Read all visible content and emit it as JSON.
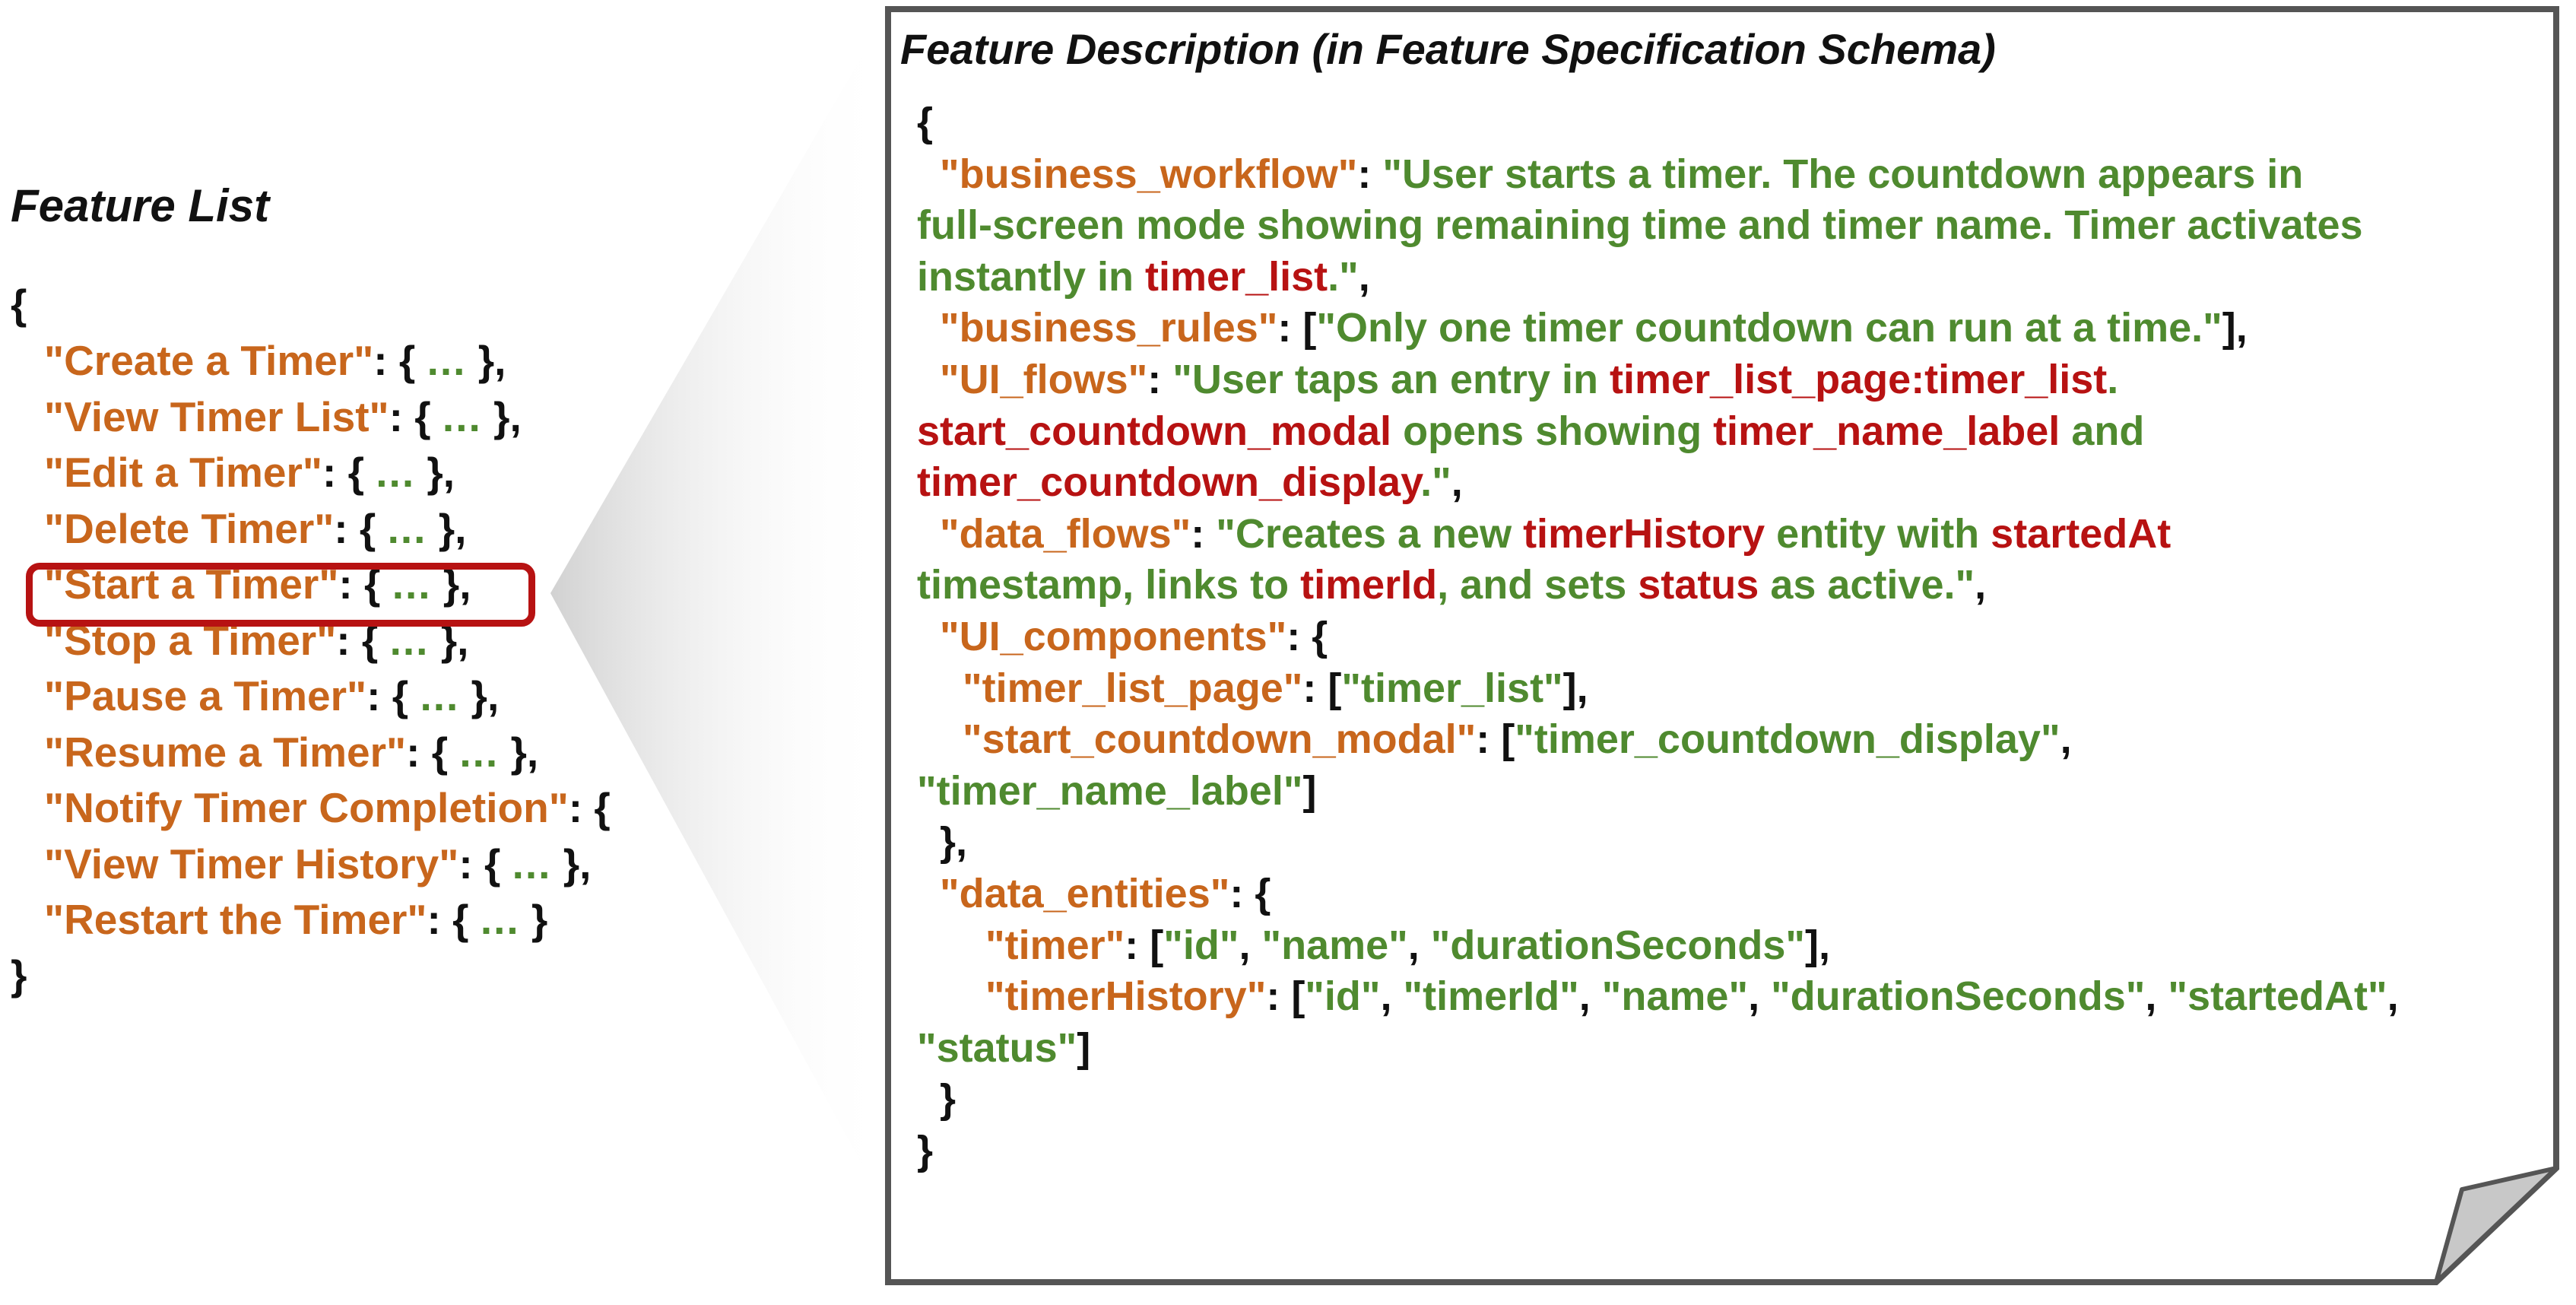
{
  "feature_list": {
    "title": "Feature List",
    "open_brace": "{",
    "close_brace": "}",
    "items": [
      {
        "key": "\"Create a Timer\"",
        "open": "{ ",
        "dots": "...",
        "close": " },"
      },
      {
        "key": "\"View Timer List\"",
        "open": "{ ",
        "dots": "...",
        "close": " },"
      },
      {
        "key": "\"Edit a Timer\"",
        "open": "{ ",
        "dots": "...",
        "close": " },"
      },
      {
        "key": "\"Delete Timer\"",
        "open": "{ ",
        "dots": "...",
        "close": "  },"
      },
      {
        "key": "\"Start a Timer\"",
        "open": "{ ",
        "dots": "...",
        "close": " },"
      },
      {
        "key": "\"Stop a Timer\"",
        "open": "{ ",
        "dots": "...",
        "close": " },"
      },
      {
        "key": "\"Pause a Timer\"",
        "open": "{ ",
        "dots": "...",
        "close": " },"
      },
      {
        "key": "\"Resume a Timer\"",
        "open": "{ ",
        "dots": "...",
        "close": " },"
      },
      {
        "key": "\"Notify Timer Completion\"",
        "open": "{",
        "dots": "",
        "close": ""
      },
      {
        "key": "\"View Timer History\"",
        "open": "{ ",
        "dots": "...",
        "close": " },"
      },
      {
        "key": "\"Restart the Timer\"",
        "open": "{ ",
        "dots": "...",
        "close": " }"
      }
    ],
    "highlighted_index": 4
  },
  "feature_description": {
    "title": "Feature Description (in Feature Specification Schema)",
    "lines": [
      [
        [
          "k",
          "{"
        ]
      ],
      [
        [
          "o",
          "  \"business_workflow\""
        ],
        [
          "k",
          ": "
        ],
        [
          "g",
          "\"User starts a timer. The countdown appears in"
        ]
      ],
      [
        [
          "g",
          "full-screen mode showing remaining time and timer name. Timer activates"
        ]
      ],
      [
        [
          "g",
          "instantly in "
        ],
        [
          "r",
          "timer_list"
        ],
        [
          "g",
          ".\""
        ],
        [
          "k",
          ","
        ]
      ],
      [
        [
          "o",
          "  \"business_rules\""
        ],
        [
          "k",
          ": ["
        ],
        [
          "g",
          "\"Only one timer countdown can run at a time.\""
        ],
        [
          "k",
          "],"
        ]
      ],
      [
        [
          "o",
          "  \"UI_flows\""
        ],
        [
          "k",
          ": "
        ],
        [
          "g",
          "\"User taps an entry in "
        ],
        [
          "r",
          "timer_list_page:timer_list"
        ],
        [
          "g",
          "."
        ]
      ],
      [
        [
          "r",
          "start_countdown_modal"
        ],
        [
          "g",
          " opens showing "
        ],
        [
          "r",
          "timer_name_label"
        ],
        [
          "g",
          " and"
        ]
      ],
      [
        [
          "r",
          "timer_countdown_display"
        ],
        [
          "g",
          ".\""
        ],
        [
          "k",
          ","
        ]
      ],
      [
        [
          "o",
          "  \"data_flows\""
        ],
        [
          "k",
          ": "
        ],
        [
          "g",
          "\"Creates a new "
        ],
        [
          "r",
          "timerHistory"
        ],
        [
          "g",
          " entity with "
        ],
        [
          "r",
          "startedAt"
        ]
      ],
      [
        [
          "g",
          "timestamp, links to "
        ],
        [
          "r",
          "timerId"
        ],
        [
          "g",
          ", and sets "
        ],
        [
          "r",
          "status"
        ],
        [
          "g",
          " as active.\""
        ],
        [
          "k",
          ","
        ]
      ],
      [
        [
          "o",
          "  \"UI_components\""
        ],
        [
          "k",
          ": {"
        ]
      ],
      [
        [
          "o",
          "    \"timer_list_page\""
        ],
        [
          "k",
          ": ["
        ],
        [
          "g",
          "\"timer_list\""
        ],
        [
          "k",
          "],"
        ]
      ],
      [
        [
          "o",
          "    \"start_countdown_modal\""
        ],
        [
          "k",
          ": ["
        ],
        [
          "g",
          "\"timer_countdown_display\""
        ],
        [
          "k",
          ","
        ]
      ],
      [
        [
          "g",
          "\"timer_name_label\""
        ],
        [
          "k",
          "]"
        ]
      ],
      [
        [
          "k",
          "  },"
        ]
      ],
      [
        [
          "o",
          "  \"data_entities\""
        ],
        [
          "k",
          ": {"
        ]
      ],
      [
        [
          "o",
          "      \"timer\""
        ],
        [
          "k",
          ": ["
        ],
        [
          "g",
          "\"id\""
        ],
        [
          "k",
          ", "
        ],
        [
          "g",
          "\"name\""
        ],
        [
          "k",
          ", "
        ],
        [
          "g",
          "\"durationSeconds\""
        ],
        [
          "k",
          "],"
        ]
      ],
      [
        [
          "o",
          "      \"timerHistory\""
        ],
        [
          "k",
          ": ["
        ],
        [
          "g",
          "\"id\""
        ],
        [
          "k",
          ", "
        ],
        [
          "g",
          "\"timerId\""
        ],
        [
          "k",
          ", "
        ],
        [
          "g",
          "\"name\""
        ],
        [
          "k",
          ", "
        ],
        [
          "g",
          "\"durationSeconds\""
        ],
        [
          "k",
          ", "
        ],
        [
          "g",
          "\"startedAt\""
        ],
        [
          "k",
          ","
        ]
      ],
      [
        [
          "g",
          "\"status\""
        ],
        [
          "k",
          "]"
        ]
      ],
      [
        [
          "k",
          "  }"
        ]
      ],
      [
        [
          "k",
          "}"
        ]
      ]
    ]
  },
  "colors": {
    "key": "#c8661c",
    "value": "#4f8a2f",
    "reference": "#b71212",
    "punctuation": "#111111",
    "highlight": "#b71212"
  }
}
